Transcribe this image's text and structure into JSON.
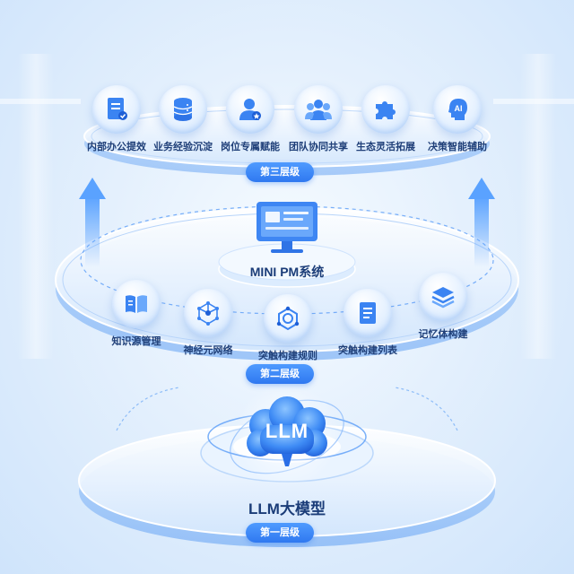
{
  "tiers": {
    "top": {
      "label": "第三层级",
      "features": [
        {
          "label": "内部办公提效",
          "icon": "document-check-icon"
        },
        {
          "label": "业务经验沉淀",
          "icon": "database-icon"
        },
        {
          "label": "岗位专属赋能",
          "icon": "user-badge-icon"
        },
        {
          "label": "团队协同共享",
          "icon": "team-icon"
        },
        {
          "label": "生态灵活拓展",
          "icon": "puzzle-icon"
        },
        {
          "label": "决策智能辅助",
          "icon": "ai-head-icon"
        }
      ]
    },
    "middle": {
      "label": "第二层级",
      "system_title": "MINI PM系统",
      "features": [
        {
          "label": "知识源管理",
          "icon": "book-icon"
        },
        {
          "label": "神经元网络",
          "icon": "network-cube-icon"
        },
        {
          "label": "突触构建规则",
          "icon": "hexagon-node-icon"
        },
        {
          "label": "突触构建列表",
          "icon": "list-document-icon"
        },
        {
          "label": "记忆体构建",
          "icon": "layers-icon"
        }
      ]
    },
    "bottom": {
      "label": "第一层级",
      "core_text": "LLM",
      "title": "LLM大模型"
    }
  },
  "colors": {
    "accent": "#2f78f0",
    "accent_light": "#4f9bff",
    "text_dark": "#1a3c78"
  }
}
